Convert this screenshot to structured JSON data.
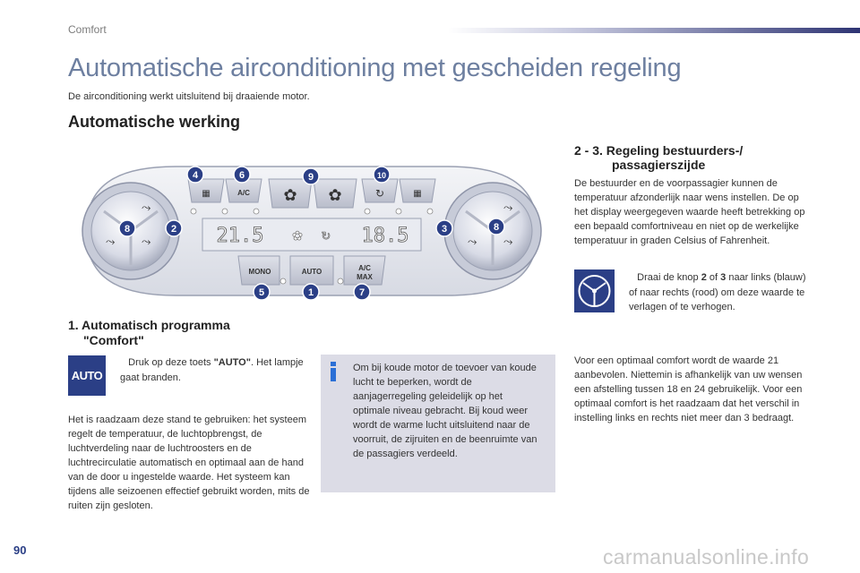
{
  "header": {
    "section": "Comfort"
  },
  "title": "Automatische airconditioning met gescheiden regeling",
  "intro": "De airconditioning werkt uitsluitend bij draaiende motor.",
  "section_heading": "Automatische werking",
  "panel": {
    "display_left": "21.5",
    "display_right": "18.5",
    "btn_ac": "A/C",
    "btn_mono": "MONO",
    "btn_auto": "AUTO",
    "btn_acmax_1": "A/C",
    "btn_acmax_2": "MAX",
    "callouts": [
      "4",
      "6",
      "9",
      "10",
      "8",
      "2",
      "3",
      "8",
      "5",
      "1",
      "7"
    ]
  },
  "auto_mode": {
    "heading_line1": "1. Automatisch programma",
    "heading_line2": "\"Comfort\"",
    "button_label": "AUTO",
    "step_bullet": "",
    "step_text_a": "Druk op deze toets ",
    "step_text_bold": "\"AUTO\"",
    "step_text_b": ". Het lampje gaat branden.",
    "recommendation": "Het is raadzaam deze stand te gebruiken: het systeem regelt de temperatuur, de luchtopbrengst, de luchtverdeling naar de luchtroosters en de luchtrecirculatie automatisch en optimaal aan de hand van de door u ingestelde waarde. Het systeem kan tijdens alle seizoenen effectief gebruikt worden, mits de ruiten zijn gesloten."
  },
  "info_note": {
    "text": "Om bij koude motor de toevoer van koude lucht te beperken, wordt de aanjagerregeling geleidelijk op het optimale niveau gebracht. Bij koud weer wordt de warme lucht uitsluitend naar de voorruit, de zijruiten en de beenruimte van de passagiers verdeeld."
  },
  "dual_zone": {
    "heading_line1": "2 - 3. Regeling bestuurders-/",
    "heading_line2": "passagierszijde",
    "description": "De bestuurder en de voorpassagier kunnen de temperatuur afzonderlijk naar wens instellen. De op het display weergegeven waarde heeft betrekking op een bepaald comfortniveau en niet op de werkelijke temperatuur in graden Celsius of Fahrenheit.",
    "step_bullet": "",
    "step_a": "Draai de knop ",
    "step_b1": "2",
    "step_of": " of ",
    "step_b2": "3",
    "step_c": " naar links (blauw) of naar rechts (rood) om deze waarde te verlagen of te verhogen.",
    "advice": "Voor een optimaal comfort wordt de waarde 21 aanbevolen. Niettemin is afhankelijk van uw wensen een afstelling tussen 18 en 24 gebruikelijk. Voor een optimaal comfort is het raadzaam dat het verschil in instelling links en rechts niet meer dan 3 bedraagt."
  },
  "footer": {
    "page_number": "90",
    "watermark": "carmanualsonline.info"
  },
  "colors": {
    "accent": "#2b3f86",
    "title": "#6d7fa0",
    "note_bg": "#dcdce6"
  }
}
